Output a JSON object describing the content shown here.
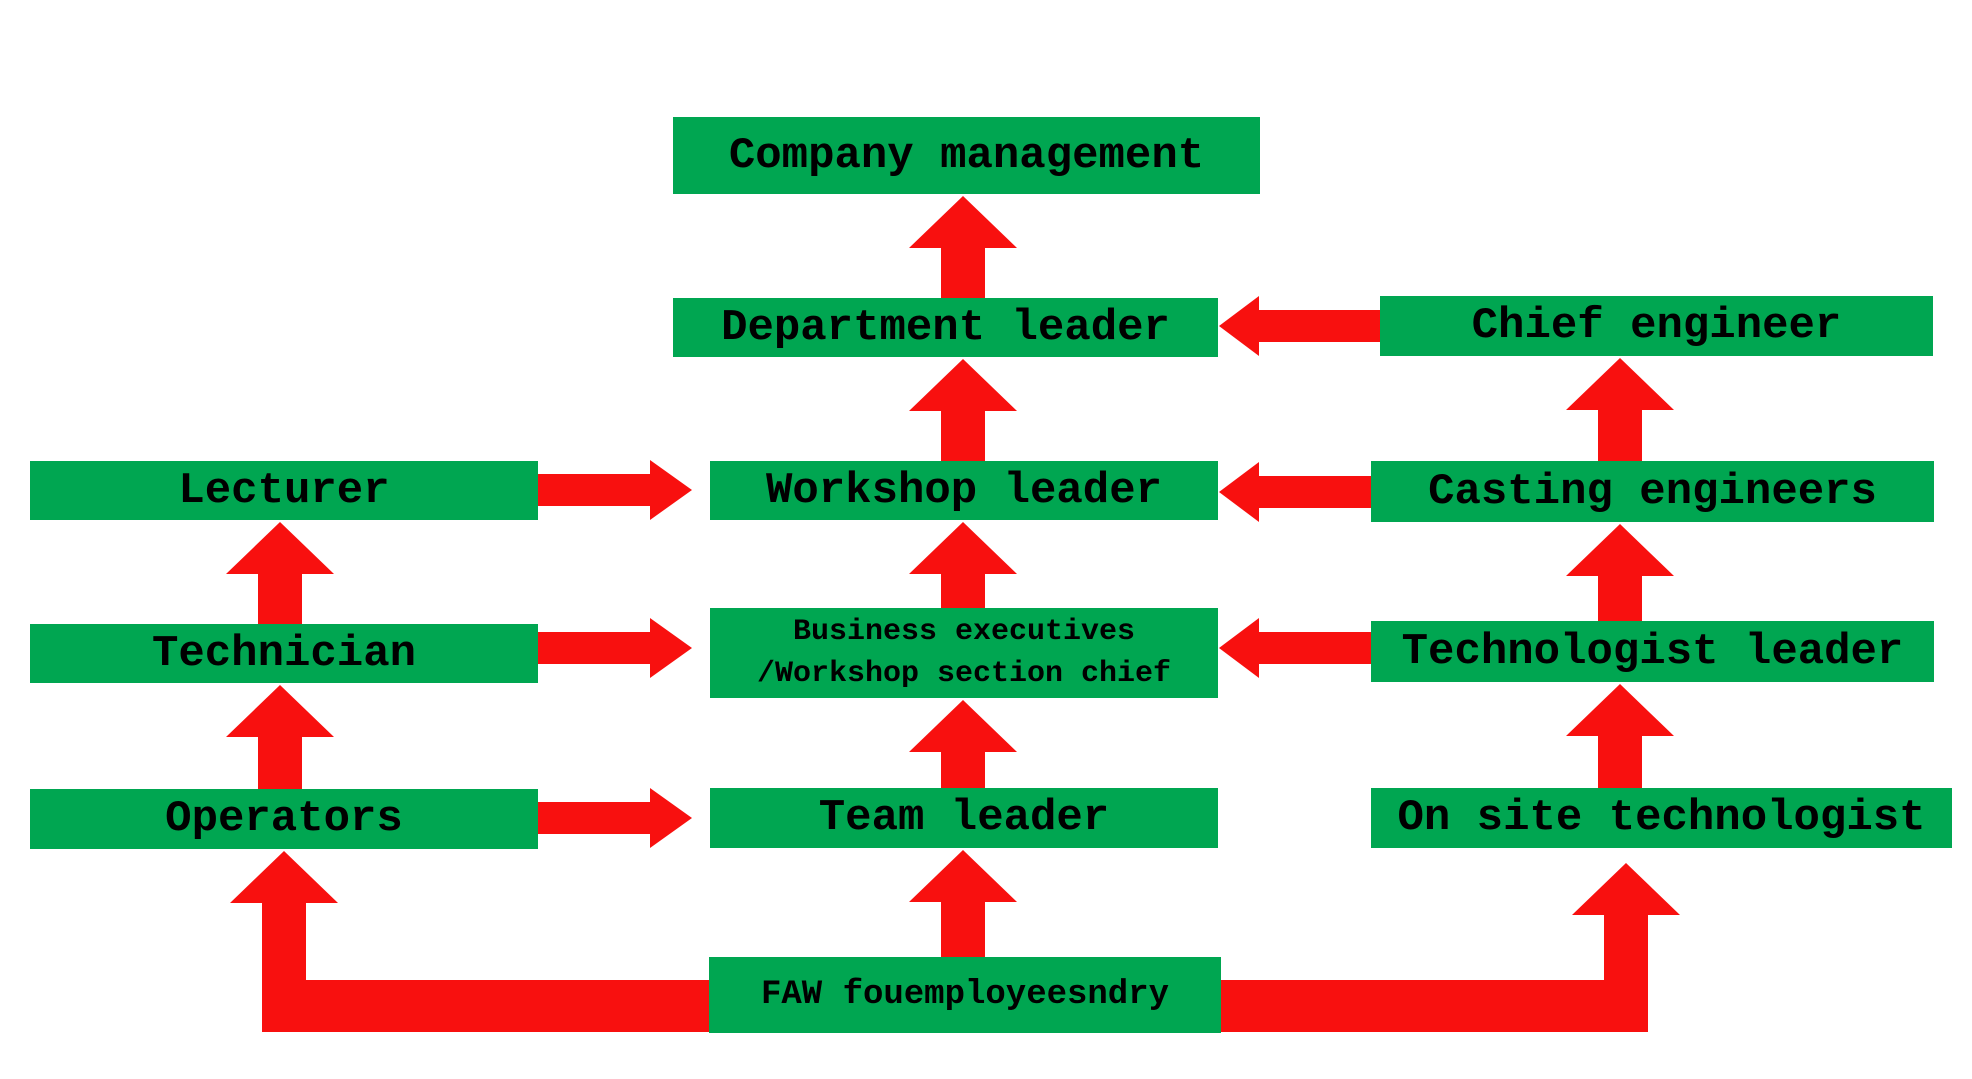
{
  "diagram": {
    "type": "org-flow-chart",
    "colors": {
      "node_fill": "#00a651",
      "arrow": "#f8100f",
      "node_text": "#000000",
      "background": "#ffffff"
    },
    "nodes": {
      "company": {
        "label": "Company management"
      },
      "department": {
        "label": "Department leader"
      },
      "chief": {
        "label": "Chief engineer"
      },
      "lecturer": {
        "label": "Lecturer"
      },
      "workshop": {
        "label": "Workshop leader"
      },
      "casting": {
        "label": "Casting engineers"
      },
      "technician": {
        "label": "Technician"
      },
      "business": {
        "line1": "Business executives",
        "line2": "/Workshop section chief"
      },
      "technologist": {
        "label": "Technologist leader"
      },
      "operators": {
        "label": "Operators"
      },
      "team": {
        "label": "Team leader"
      },
      "onsite": {
        "label": "On site technologist"
      },
      "faw": {
        "label": "FAW fouemployeesndry"
      }
    },
    "edges": [
      {
        "from": "department",
        "to": "company",
        "shape": "straight-up"
      },
      {
        "from": "chief",
        "to": "department",
        "shape": "straight-left"
      },
      {
        "from": "workshop",
        "to": "department",
        "shape": "straight-up"
      },
      {
        "from": "lecturer",
        "to": "workshop",
        "shape": "straight-right"
      },
      {
        "from": "casting",
        "to": "workshop",
        "shape": "straight-left"
      },
      {
        "from": "casting",
        "to": "chief",
        "shape": "straight-up"
      },
      {
        "from": "business",
        "to": "workshop",
        "shape": "straight-up"
      },
      {
        "from": "technician",
        "to": "business",
        "shape": "straight-right"
      },
      {
        "from": "technologist",
        "to": "business",
        "shape": "straight-left"
      },
      {
        "from": "technician",
        "to": "lecturer",
        "shape": "straight-up"
      },
      {
        "from": "technologist",
        "to": "casting",
        "shape": "straight-up"
      },
      {
        "from": "team",
        "to": "business",
        "shape": "straight-up"
      },
      {
        "from": "operators",
        "to": "team",
        "shape": "straight-right"
      },
      {
        "from": "operators",
        "to": "technician",
        "shape": "straight-up"
      },
      {
        "from": "onsite",
        "to": "technologist",
        "shape": "straight-up"
      },
      {
        "from": "faw",
        "to": "team",
        "shape": "straight-up"
      },
      {
        "from": "faw",
        "to": "operators",
        "shape": "elbow-left-up"
      },
      {
        "from": "faw",
        "to": "onsite",
        "shape": "elbow-right-up"
      }
    ]
  }
}
